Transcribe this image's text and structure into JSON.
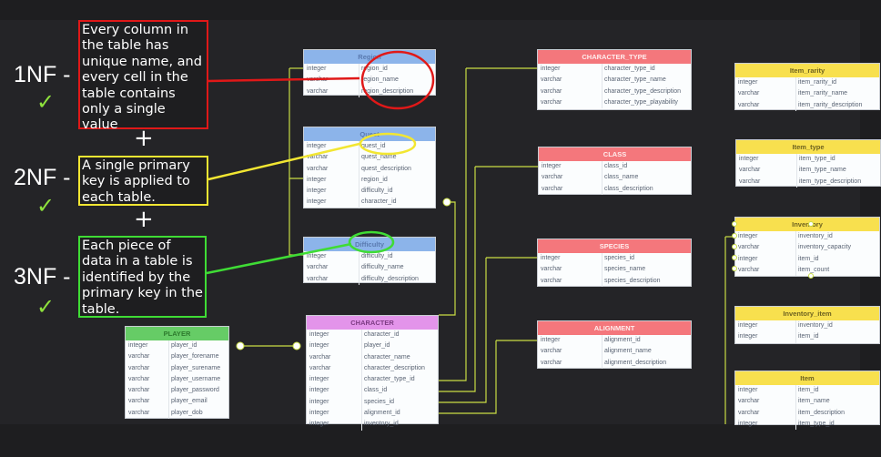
{
  "normal_forms": [
    {
      "label": "1NF -",
      "mark": "✓",
      "note": "Every column in the table has unique name, and every cell in the table contains only a single value"
    },
    {
      "label": "2NF -",
      "mark": "✓",
      "note": "A single primary key is applied to each table."
    },
    {
      "label": "3NF -",
      "mark": "✓",
      "note": "Each piece of data in a table is identified by the primary key in the table."
    }
  ],
  "plus_sign": "+",
  "colors": {
    "blue": "#8cb4ea",
    "red": "#f4777c",
    "yellow": "#f8e04e",
    "purple": "#e394ea",
    "green": "#66cc66",
    "connector": "#c9dd44"
  },
  "tables": {
    "region": {
      "title": "Region",
      "rows": [
        [
          "integer",
          "region_id"
        ],
        [
          "varchar",
          "region_name"
        ],
        [
          "varchar",
          "region_description"
        ]
      ]
    },
    "quest": {
      "title": "Quest",
      "rows": [
        [
          "integer",
          "quest_id"
        ],
        [
          "varchar",
          "quest_name"
        ],
        [
          "varchar",
          "quest_description"
        ],
        [
          "integer",
          "region_id"
        ],
        [
          "integer",
          "difficulty_id"
        ],
        [
          "integer",
          "character_id"
        ]
      ]
    },
    "difficulty": {
      "title": "Difficulty",
      "rows": [
        [
          "integer",
          "difficulty_id"
        ],
        [
          "varchar",
          "difficulty_name"
        ],
        [
          "varchar",
          "difficulty_description"
        ]
      ]
    },
    "character": {
      "title": "CHARACTER",
      "rows": [
        [
          "integer",
          "character_id"
        ],
        [
          "integer",
          "player_id"
        ],
        [
          "varchar",
          "character_name"
        ],
        [
          "varchar",
          "character_description"
        ],
        [
          "integer",
          "character_type_id"
        ],
        [
          "integer",
          "class_id"
        ],
        [
          "integer",
          "species_id"
        ],
        [
          "integer",
          "alignment_id"
        ],
        [
          "integer",
          "inventory_id"
        ]
      ]
    },
    "player": {
      "title": "PLAYER",
      "rows": [
        [
          "integer",
          "player_id"
        ],
        [
          "varchar",
          "player_forename"
        ],
        [
          "varchar",
          "player_surename"
        ],
        [
          "varchar",
          "player_username"
        ],
        [
          "varchar",
          "player_password"
        ],
        [
          "varchar",
          "player_email"
        ],
        [
          "varchar",
          "player_dob"
        ]
      ]
    },
    "character_type": {
      "title": "CHARACTER_TYPE",
      "rows": [
        [
          "integer",
          "character_type_id"
        ],
        [
          "varchar",
          "character_type_name"
        ],
        [
          "varchar",
          "character_type_description"
        ],
        [
          "varchar",
          "character_type_playability"
        ]
      ]
    },
    "class": {
      "title": "CLASS",
      "rows": [
        [
          "integer",
          "class_id"
        ],
        [
          "varchar",
          "class_name"
        ],
        [
          "varchar",
          "class_description"
        ]
      ]
    },
    "species": {
      "title": "SPECIES",
      "rows": [
        [
          "integer",
          "species_id"
        ],
        [
          "varchar",
          "species_name"
        ],
        [
          "varchar",
          "species_description"
        ]
      ]
    },
    "alignment": {
      "title": "ALIGNMENT",
      "rows": [
        [
          "integer",
          "alignment_id"
        ],
        [
          "varchar",
          "alignment_name"
        ],
        [
          "varchar",
          "alignment_description"
        ]
      ]
    },
    "item_rarity": {
      "title": "Item_rarity",
      "rows": [
        [
          "integer",
          "item_rarity_id"
        ],
        [
          "varchar",
          "item_rarity_name"
        ],
        [
          "varchar",
          "item_rarity_description"
        ]
      ]
    },
    "item_type": {
      "title": "Item_type",
      "rows": [
        [
          "integer",
          "item_type_id"
        ],
        [
          "varchar",
          "item_type_name"
        ],
        [
          "varchar",
          "item_type_description"
        ]
      ]
    },
    "inventory": {
      "title": "Inventory",
      "rows": [
        [
          "integer",
          "inventory_id"
        ],
        [
          "varchar",
          "inventory_capacity"
        ],
        [
          "integer",
          "item_id"
        ],
        [
          "varchar",
          "item_count"
        ]
      ]
    },
    "inventory_item": {
      "title": "Inventory_item",
      "rows": [
        [
          "integer",
          "inventory_id"
        ],
        [
          "integer",
          "item_id"
        ]
      ]
    },
    "item": {
      "title": "Item",
      "rows": [
        [
          "integer",
          "item_id"
        ],
        [
          "varchar",
          "item_name"
        ],
        [
          "varchar",
          "item_description"
        ],
        [
          "integer",
          "item_type_id"
        ]
      ]
    }
  }
}
